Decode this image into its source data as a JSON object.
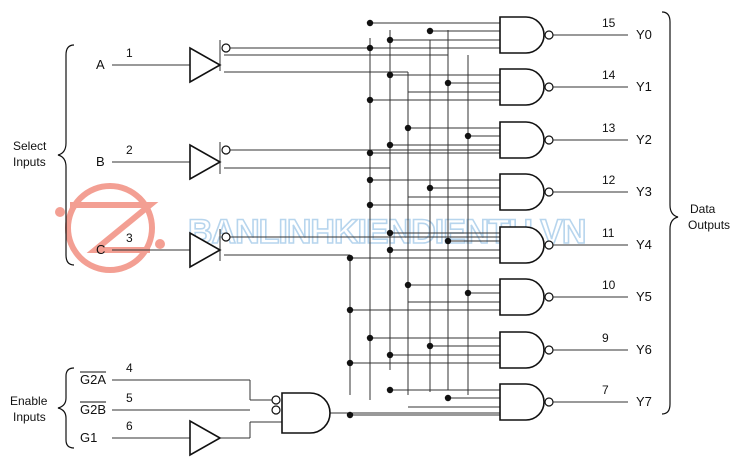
{
  "groups": {
    "select_line1": "Select",
    "select_line2": "Inputs",
    "enable_line1": "Enable",
    "enable_line2": "Inputs",
    "data_line1": "Data",
    "data_line2": "Outputs"
  },
  "inputs": [
    {
      "name": "A",
      "pin": "1",
      "overbar": false
    },
    {
      "name": "B",
      "pin": "2",
      "overbar": false
    },
    {
      "name": "C",
      "pin": "3",
      "overbar": false
    }
  ],
  "enables": [
    {
      "name": "G2A",
      "pin": "4",
      "overbar": true
    },
    {
      "name": "G2B",
      "pin": "5",
      "overbar": true
    },
    {
      "name": "G1",
      "pin": "6",
      "overbar": false
    }
  ],
  "outputs": [
    {
      "name": "Y0",
      "pin": "15"
    },
    {
      "name": "Y1",
      "pin": "14"
    },
    {
      "name": "Y2",
      "pin": "13"
    },
    {
      "name": "Y3",
      "pin": "12"
    },
    {
      "name": "Y4",
      "pin": "11"
    },
    {
      "name": "Y5",
      "pin": "10"
    },
    {
      "name": "Y6",
      "pin": "9"
    },
    {
      "name": "Y7",
      "pin": "7"
    }
  ],
  "watermark": {
    "text": "BANLINHKIENDIENTU.VN",
    "color": "#9fc7e8",
    "logo_color": "#f08070"
  }
}
